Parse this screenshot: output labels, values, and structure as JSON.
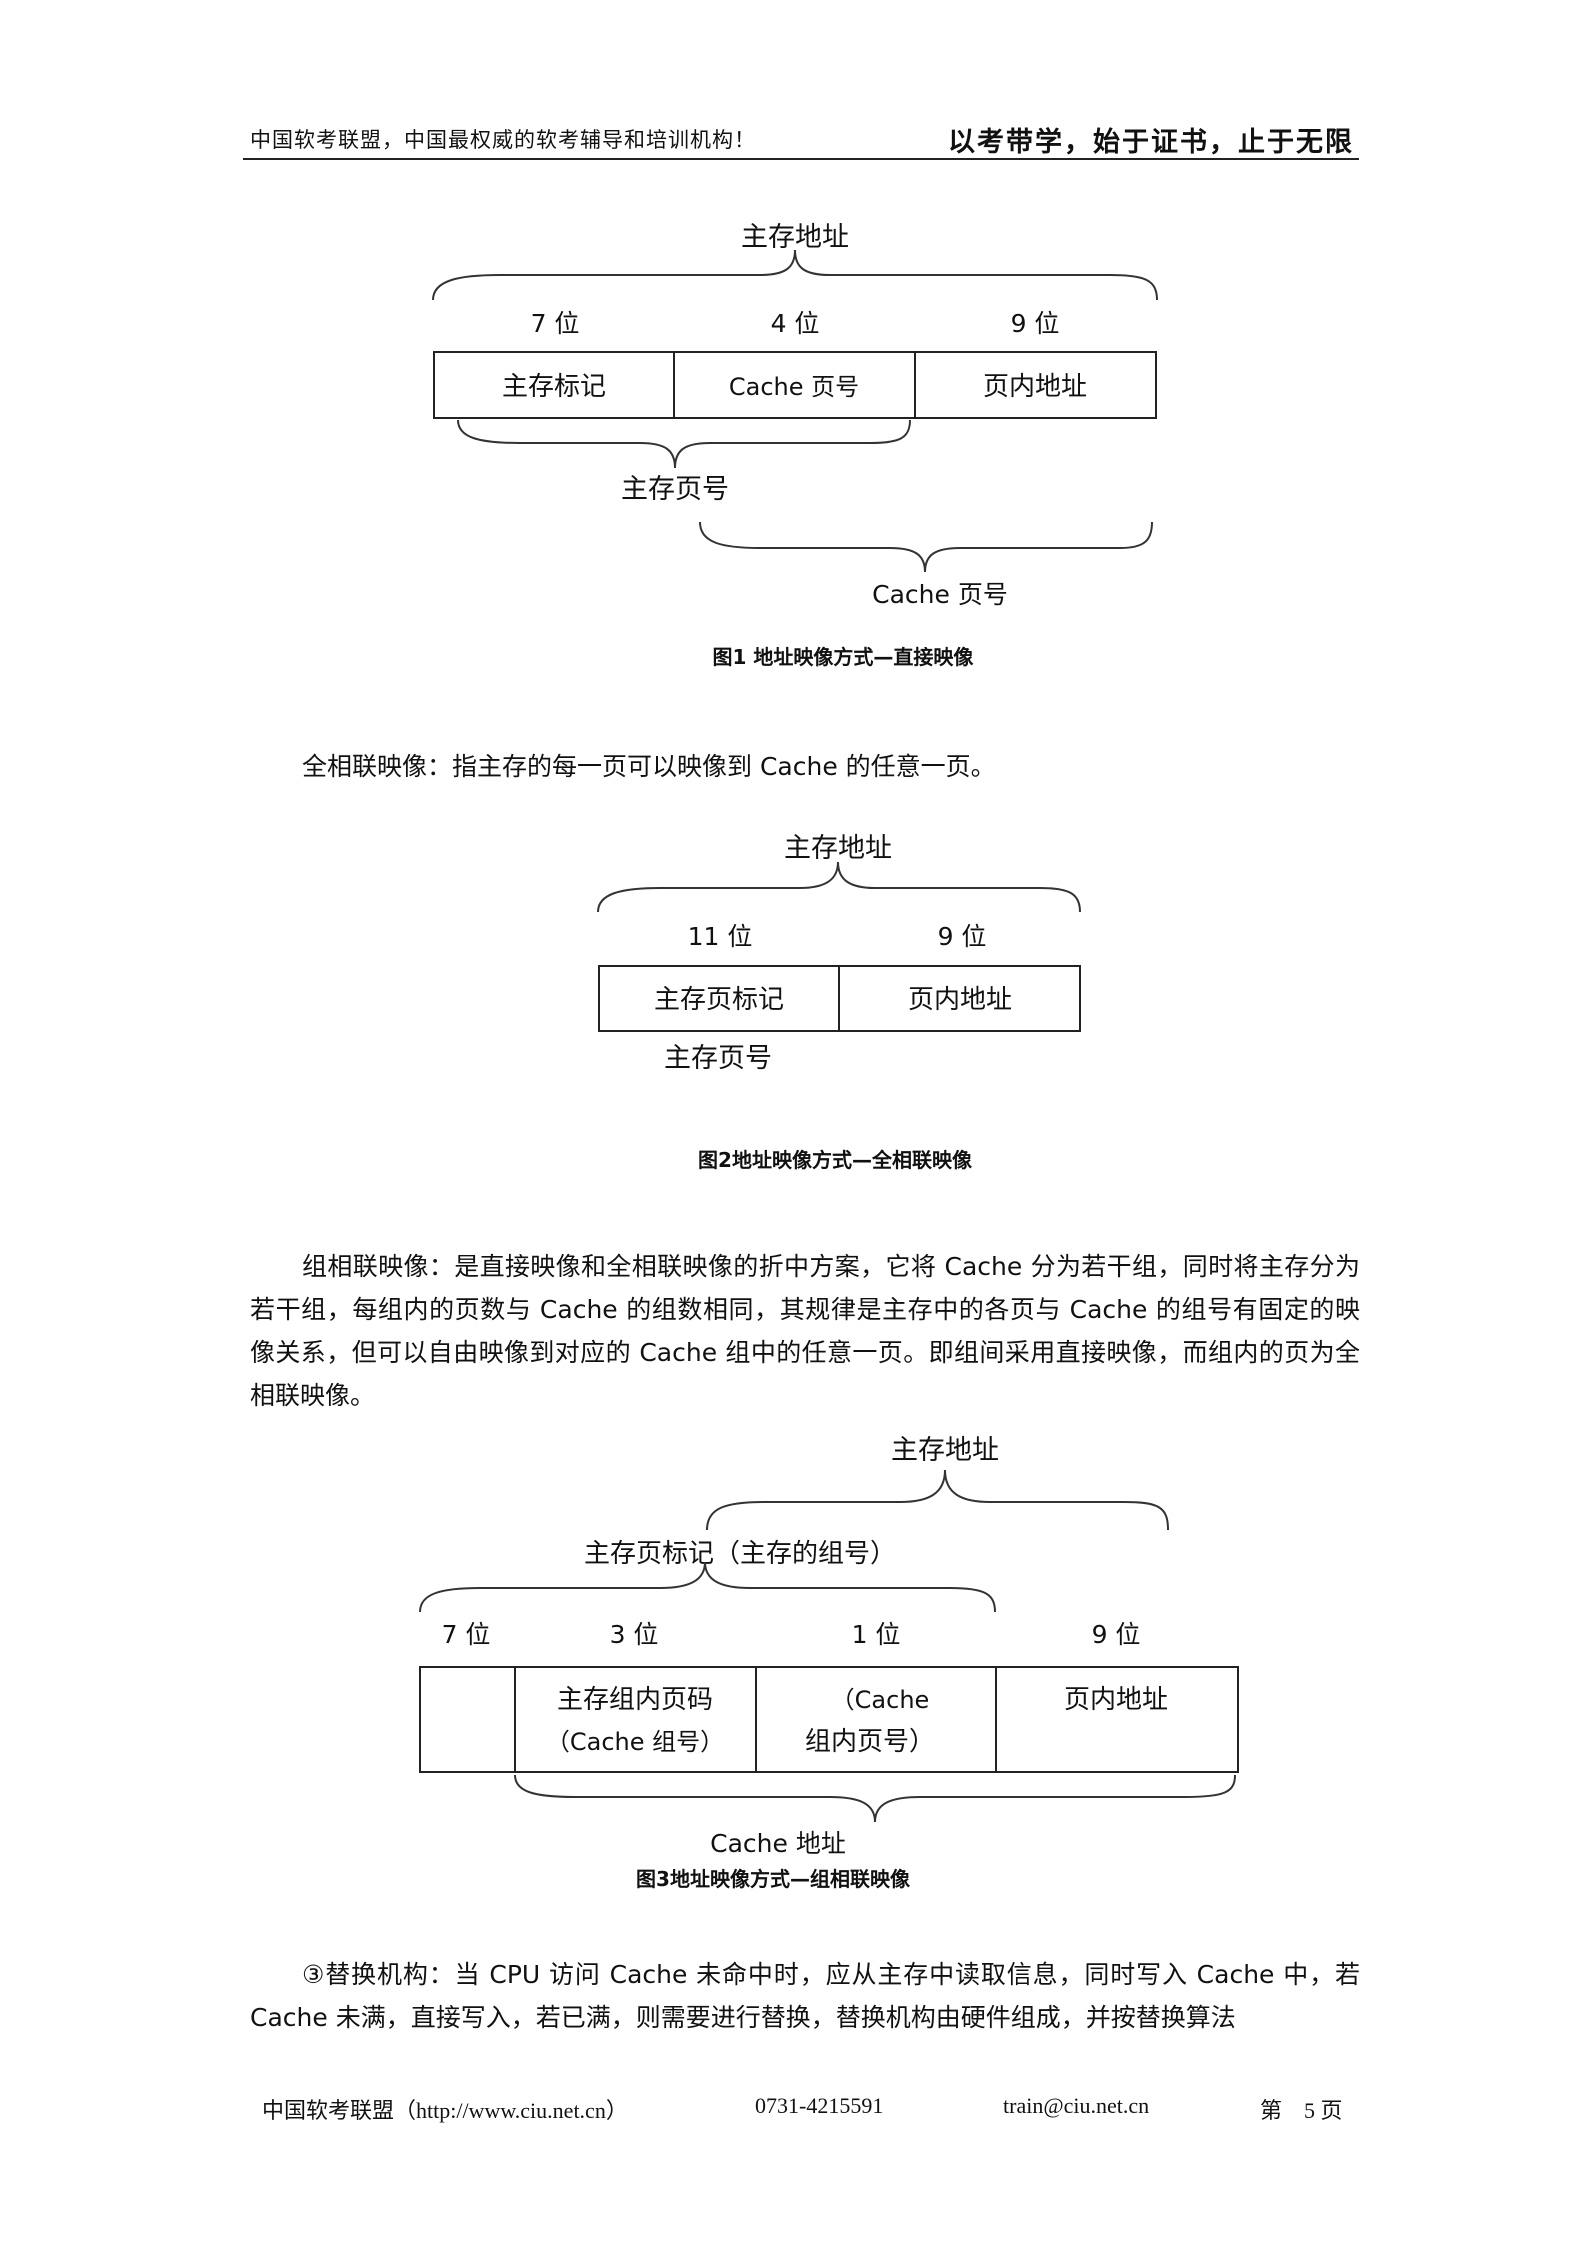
{
  "header": {
    "left": "中国软考联盟，中国最权威的软考辅导和培训机构！",
    "right": "以考带学，始于证书，止于无限"
  },
  "fig1": {
    "top": "主存地址",
    "bits": [
      "7 位",
      "4 位",
      "9 位"
    ],
    "cells": [
      "主存标记",
      "Cache 页号",
      "页内地址"
    ],
    "below1": "主存页号",
    "below2": "Cache 页号",
    "caption": "图1 地址映像方式—直接映像"
  },
  "para1": "全相联映像：指主存的每一页可以映像到 Cache 的任意一页。",
  "fig2": {
    "top": "主存地址",
    "bits": [
      "11 位",
      "9 位"
    ],
    "cells": [
      "主存页标记",
      "页内地址"
    ],
    "below": "主存页号",
    "caption": "图2地址映像方式—全相联映像"
  },
  "para2": "组相联映像：是直接映像和全相联映像的折中方案，它将 Cache 分为若干组，同时将主存分为若干组，每组内的页数与 Cache 的组数相同，其规律是主存中的各页与 Cache 的组号有固定的映像关系，但可以自由映像到对应的 Cache 组中的任意一页。即组间采用直接映像，而组内的页为全相联映像。",
  "fig3": {
    "top": "主存地址",
    "mid": "主存页标记（主存的组号）",
    "bits": [
      "7 位",
      "3 位",
      "1 位",
      "9 位"
    ],
    "cell2_line1": "主存组内页码",
    "cell2_line2": "（Cache 组号）",
    "cell3_line1": "（Cache",
    "cell3_line2": "组内页号）",
    "cell4": "页内地址",
    "below": "Cache 地址",
    "caption": "图3地址映像方式—组相联映像"
  },
  "para3": "③替换机构：当 CPU 访问 Cache 未命中时，应从主存中读取信息，同时写入 Cache 中，若 Cache 未满，直接写入，若已满，则需要进行替换，替换机构由硬件组成，并按替换算法",
  "footer": {
    "org": "中国软考联盟（http://www.ciu.net.cn）",
    "phone": "0731-4215591",
    "email": "train@ciu.net.cn",
    "page": "第　5 页"
  }
}
